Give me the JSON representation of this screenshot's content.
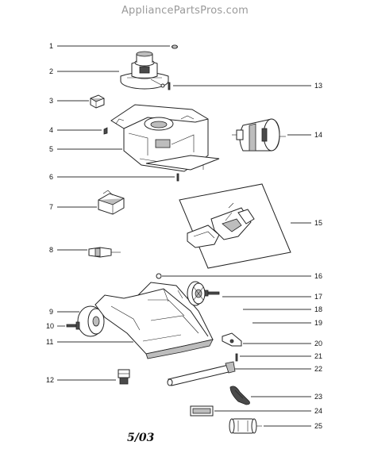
{
  "watermark": "AppliancePartsPros.com",
  "footer_date": "5/03",
  "callouts": [
    {
      "id": "callout-1",
      "label": "1"
    },
    {
      "id": "callout-2",
      "label": "2"
    },
    {
      "id": "callout-3",
      "label": "3"
    },
    {
      "id": "callout-4",
      "label": "4"
    },
    {
      "id": "callout-5",
      "label": "5"
    },
    {
      "id": "callout-6",
      "label": "6"
    },
    {
      "id": "callout-7",
      "label": "7"
    },
    {
      "id": "callout-8",
      "label": "8"
    },
    {
      "id": "callout-9",
      "label": "9"
    },
    {
      "id": "callout-10",
      "label": "10"
    },
    {
      "id": "callout-11",
      "label": "11"
    },
    {
      "id": "callout-12",
      "label": "12"
    },
    {
      "id": "callout-13",
      "label": "13"
    },
    {
      "id": "callout-14",
      "label": "14"
    },
    {
      "id": "callout-15",
      "label": "15"
    },
    {
      "id": "callout-16",
      "label": "16"
    },
    {
      "id": "callout-17",
      "label": "17"
    },
    {
      "id": "callout-18",
      "label": "18"
    },
    {
      "id": "callout-19",
      "label": "19"
    },
    {
      "id": "callout-20",
      "label": "20"
    },
    {
      "id": "callout-21",
      "label": "21"
    },
    {
      "id": "callout-22",
      "label": "22"
    },
    {
      "id": "callout-23",
      "label": "23"
    },
    {
      "id": "callout-24",
      "label": "24"
    },
    {
      "id": "callout-25",
      "label": "25"
    }
  ]
}
